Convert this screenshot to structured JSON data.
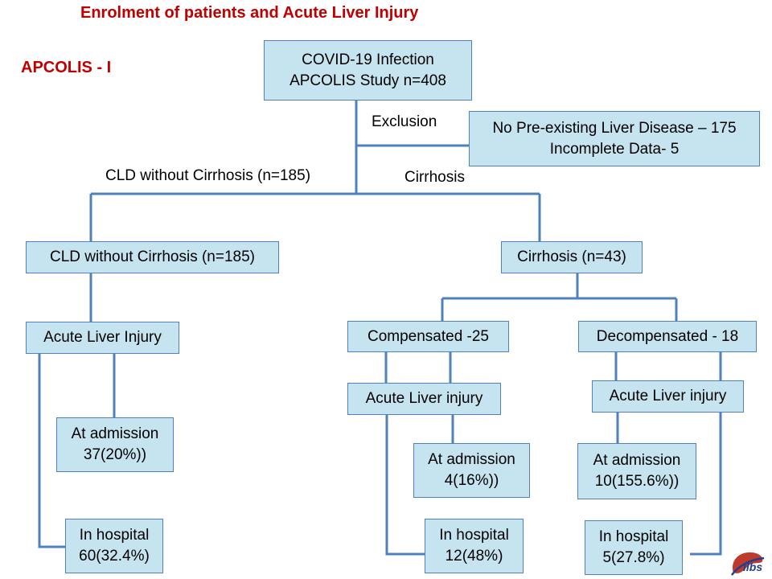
{
  "title": "Enrolment of patients and Acute Liver Injury",
  "subtitle": "APCOLIS - I",
  "nodes": {
    "root": {
      "line1": "COVID-19 Infection",
      "line2": "APCOLIS Study n=408"
    },
    "exclusion_box": {
      "line1": "No Pre-existing Liver Disease – 175",
      "line2": "Incomplete Data- 5"
    },
    "cld": {
      "line1": "CLD without Cirrhosis (n=185)"
    },
    "cirrhosis": {
      "line1": "Cirrhosis (n=43)"
    },
    "cld_ali": {
      "line1": "Acute Liver Injury"
    },
    "cld_admission": {
      "line1": "At admission",
      "line2": "37(20%))"
    },
    "cld_hospital": {
      "line1": "In hospital",
      "line2": "60(32.4%)"
    },
    "compensated": {
      "line1": "Compensated -25"
    },
    "decompensated": {
      "line1": "Decompensated - 18"
    },
    "comp_ali": {
      "line1": "Acute Liver injury"
    },
    "decomp_ali": {
      "line1": "Acute Liver injury"
    },
    "comp_admission": {
      "line1": "At admission",
      "line2": "4(16%))"
    },
    "comp_hospital": {
      "line1": "In hospital",
      "line2": "12(48%)"
    },
    "decomp_admission": {
      "line1": "At admission",
      "line2": "10(155.6%))"
    },
    "decomp_hospital": {
      "line1": "In hospital",
      "line2": "5(27.8%)"
    }
  },
  "edge_labels": {
    "exclusion": "Exclusion",
    "cld_branch": "CLD without Cirrhosis (n=185)",
    "cirrhosis_branch": "Cirrhosis"
  },
  "logo": {
    "text": "ilbs",
    "icon": "liver-logo-icon"
  },
  "colors": {
    "title": "#c00000",
    "box_fill": "#c6e4ef",
    "connector": "#4f81bd"
  }
}
